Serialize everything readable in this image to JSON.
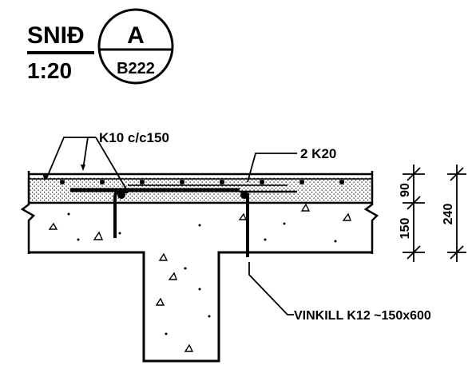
{
  "title": {
    "label": "SNIÐ",
    "scale": "1:20",
    "section_mark": "A",
    "sheet_ref": "B222"
  },
  "annotations": {
    "top_rebar": "K10 c/c150",
    "beam_rebar": "2 K20",
    "angle_bar": "VINKILL K12 ~150x600"
  },
  "dimensions": {
    "topping": "90",
    "slab": "150",
    "total": "240"
  }
}
